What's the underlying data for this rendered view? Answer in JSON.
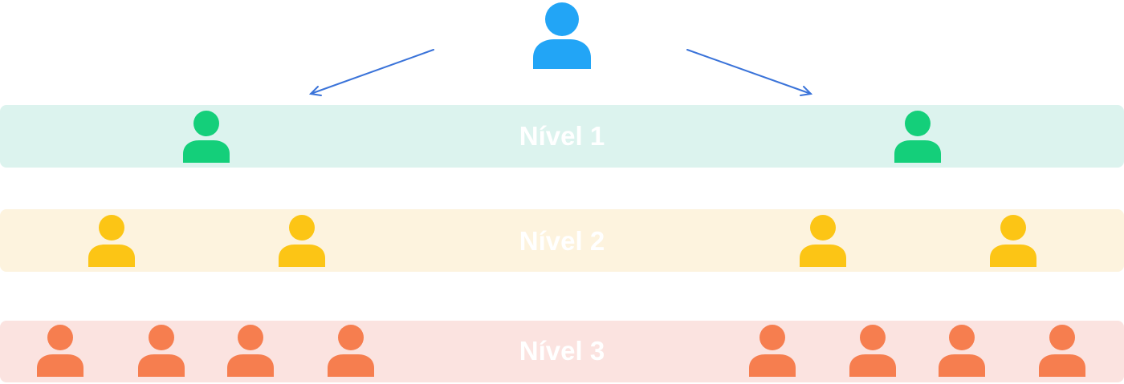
{
  "root": {
    "icon": "person-icon",
    "color": "#22a5f6"
  },
  "levels": [
    {
      "label": "Nível 1",
      "person_color": "#14cf7a",
      "band_color": "#dcf3ee"
    },
    {
      "label": "Nível 2",
      "person_color": "#fcc515",
      "band_color": "#fdf3de"
    },
    {
      "label": "Nível 3",
      "person_color": "#f67e4f",
      "band_color": "#fbe3e0"
    }
  ],
  "arrow_color": "#3a73d9"
}
